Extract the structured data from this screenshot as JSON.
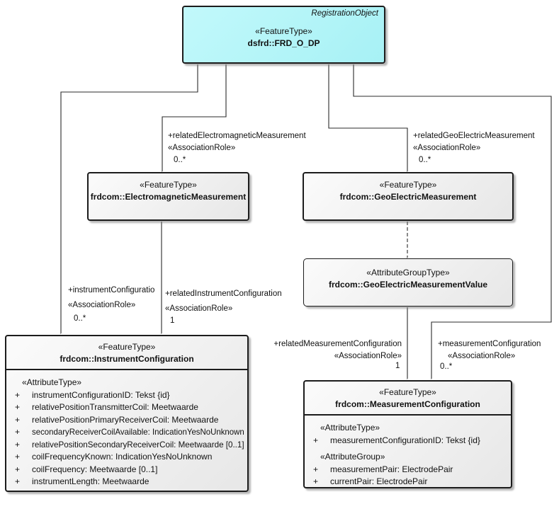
{
  "classes": {
    "frd_o_dp": {
      "corner_label": "RegistrationObject",
      "stereotype": "«FeatureType»",
      "name": "dsfrd::FRD_O_DP",
      "fill": "#aef2f6"
    },
    "electromagnetic_measurement": {
      "stereotype": "«FeatureType»",
      "name": "frdcom::ElectromagneticMeasurement",
      "fill": "#efefef"
    },
    "geoelectric_measurement": {
      "stereotype": "«FeatureType»",
      "name": "frdcom::GeoElectricMeasurement",
      "fill": "#efefef"
    },
    "geoelectric_measurement_value": {
      "stereotype": "«AttributeGroupType»",
      "name": "frdcom::GeoElectricMeasurementValue",
      "fill": "#efefef"
    },
    "instrument_configuration": {
      "stereotype": "«FeatureType»",
      "name": "frdcom::InstrumentConfiguration",
      "fill": "#efefef",
      "members": [
        {
          "kind": "stereo",
          "text": "«AttributeType»"
        },
        {
          "kind": "attr",
          "text": "instrumentConfigurationID: Tekst {id}"
        },
        {
          "kind": "attr",
          "text": "relativePositionTransmitterCoil: Meetwaarde"
        },
        {
          "kind": "attr",
          "text": "relativePositionPrimaryReceiverCoil: Meetwaarde"
        },
        {
          "kind": "attr",
          "text": "secondaryReceiverCoilAvailable: IndicationYesNoUnknown"
        },
        {
          "kind": "attr",
          "text": "relativePositionSecondaryReceiverCoil: Meetwaarde [0..1]"
        },
        {
          "kind": "attr",
          "text": "coilFrequencyKnown: IndicationYesNoUnknown"
        },
        {
          "kind": "attr",
          "text": "coilFrequency: Meetwaarde [0..1]"
        },
        {
          "kind": "attr",
          "text": "instrumentLength: Meetwaarde"
        }
      ]
    },
    "measurement_configuration": {
      "stereotype": "«FeatureType»",
      "name": "frdcom::MeasurementConfiguration",
      "fill": "#efefef",
      "members": [
        {
          "kind": "stereo",
          "text": "«AttributeType»"
        },
        {
          "kind": "attr",
          "text": "measurementConfigurationID: Tekst {id}"
        },
        {
          "kind": "stereo",
          "text": "«AttributeGroup»"
        },
        {
          "kind": "attr",
          "text": "measurementPair: ElectrodePair"
        },
        {
          "kind": "attr",
          "text": "currentPair: ElectrodePair"
        }
      ]
    }
  },
  "edges": {
    "related_electromagnetic": {
      "role": "+relatedElectromagneticMeasurement",
      "stereotype": "«AssociationRole»",
      "multiplicity": "0..*"
    },
    "related_geoelectric": {
      "role": "+relatedGeoElectricMeasurement",
      "stereotype": "«AssociationRole»",
      "multiplicity": "0..*"
    },
    "instrument_configuration": {
      "role": "+instrumentConfiguratio",
      "stereotype": "«AssociationRole»",
      "multiplicity": "0..*"
    },
    "related_instrument_configuration": {
      "role": "+relatedInstrumentConfiguration",
      "stereotype": "«AssociationRole»",
      "multiplicity": "1"
    },
    "related_measurement_configuration": {
      "role": "+relatedMeasurementConfiguration",
      "stereotype": "«AssociationRole»",
      "multiplicity": "1"
    },
    "measurement_configuration": {
      "role": "+measurementConfiguration",
      "stereotype": "«AssociationRole»",
      "multiplicity": "0..*"
    }
  },
  "colors": {
    "accent_class_fill": "#aef2f6",
    "class_fill": "#efefef",
    "border": "#1c1c1c",
    "connector": "#2b2b2b"
  }
}
